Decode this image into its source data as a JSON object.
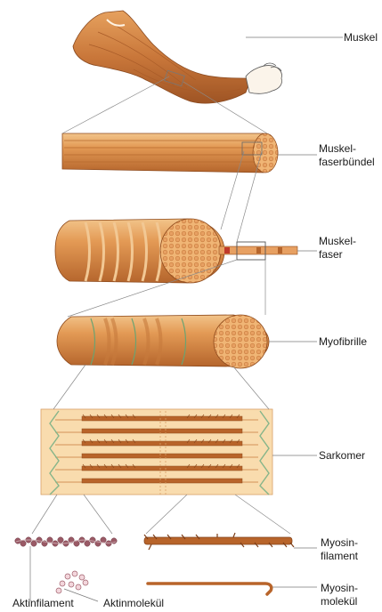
{
  "labels": {
    "muskel": "Muskel",
    "muskelfaserbuendel": [
      "Muskel-",
      "faserbündel"
    ],
    "muskelfaser": [
      "Muskel-",
      "faser"
    ],
    "myofibrille": "Myofibrille",
    "sarkomer": "Sarkomer",
    "myosinfilament": [
      "Myosin-",
      "filament"
    ],
    "myosinmolekuel": [
      "Myosin-",
      "molekül"
    ],
    "aktinfilament": "Aktinfilament",
    "aktinmolekuel": "Aktinmolekül"
  },
  "colors": {
    "muscle": "#d98a45",
    "muscle_dark": "#b8642a",
    "muscle_light": "#eeb57a",
    "sarcomere_bg": "#f9dcae",
    "actin": "#9a5a66",
    "zline": "#86b58a",
    "leader": "#7a7a7a"
  }
}
